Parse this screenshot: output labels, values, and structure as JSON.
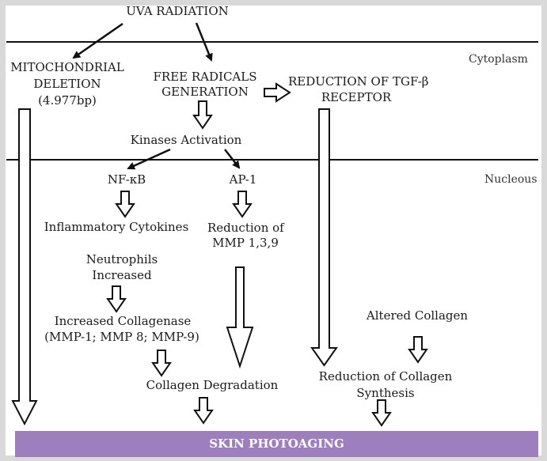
{
  "nodes": {
    "uva": "UVA RADIATION",
    "mito_line1": "MITOCHONDRIAL",
    "mito_line2": "DELETION",
    "mito_line3": "(4.977bp)",
    "free_line1": "FREE RADICALS",
    "free_line2": "GENERATION",
    "tgf_line1": "REDUCTION OF TGF-β",
    "tgf_line2": "RECEPTOR",
    "kinases": "Kinases Activation",
    "nfkb": "NF-κB",
    "ap1": "AP-1",
    "cytokines": "Inflammatory Cytokines",
    "mmp_line1": "Reduction of",
    "mmp_line2": "MMP 1,3,9",
    "neut_line1": "Neutrophils",
    "neut_line2": "Increased",
    "coll_line1": "Increased Collagenase",
    "coll_line2": "(MMP-1; MMP 8; MMP-9)",
    "degradation": "Collagen Degradation",
    "altered": "Altered Collagen",
    "synth_line1": "Reduction of Collagen",
    "synth_line2": "Synthesis",
    "photoaging": "SKIN PHOTOAGING"
  },
  "regions": {
    "cytoplasm": "Cytoplasm",
    "nucleus": "Nucleous"
  },
  "colors": {
    "banner": "#9e7fbd",
    "line": "#111111",
    "frame": "#d9d9d9"
  }
}
